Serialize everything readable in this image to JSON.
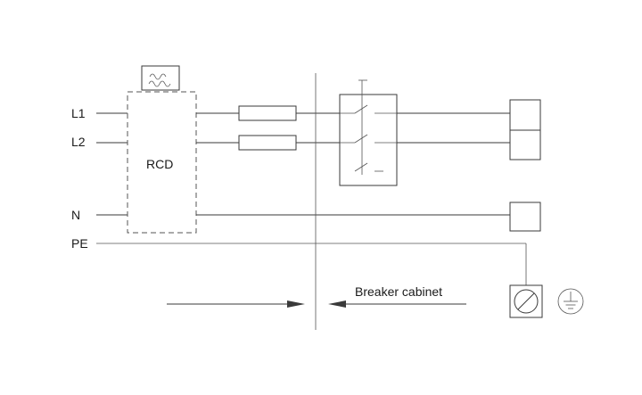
{
  "labels": {
    "l1": "L1",
    "l2": "L2",
    "n": "N",
    "pe": "PE",
    "rcd": "RCD",
    "breaker_cabinet": "Breaker cabinet"
  },
  "icons": {
    "rcd_symbol": "ac-wave-icon",
    "terminal": "terminal-icon",
    "earth": "ground-icon"
  },
  "colors": {
    "line": "#3a3a3a",
    "text": "#1a1a1a",
    "background": "#ffffff"
  }
}
